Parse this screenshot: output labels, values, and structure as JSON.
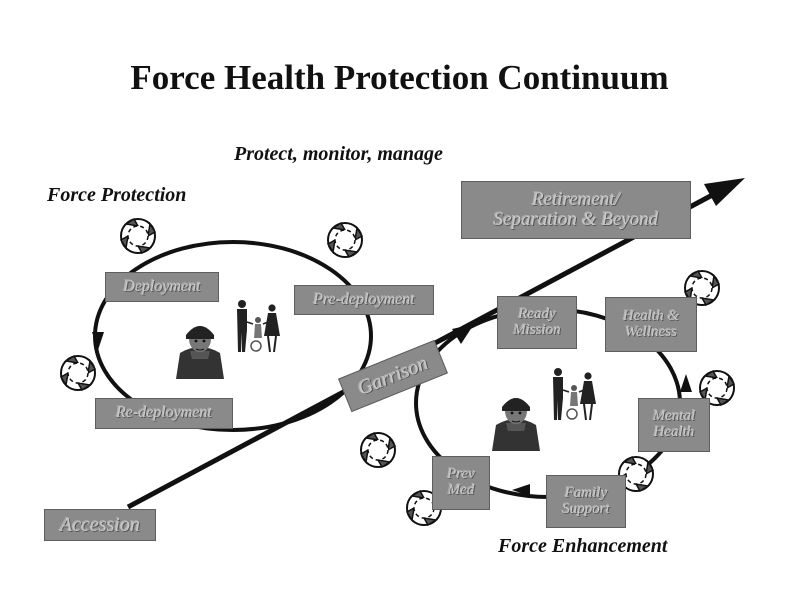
{
  "title": "Force Health Protection Continuum",
  "subtitle": "Protect, monitor, manage",
  "labels": {
    "force_protection": "Force Protection",
    "force_enhancement": "Force Enhancement"
  },
  "boxes": {
    "deployment": "Deployment",
    "pre_deployment": "Pre-deployment",
    "re_deployment": "Re-deployment",
    "garrison": "Garrison",
    "accession": "Accession",
    "retirement_line1": "Retirement/",
    "retirement_line2": "Separation & Beyond",
    "ready_line1": "Ready",
    "ready_line2": "Mission",
    "health_line1": "Health &",
    "health_line2": "Wellness",
    "mental_line1": "Mental",
    "mental_line2": "Health",
    "family_line1": "Family",
    "family_line2": "Support",
    "prev_line1": "Prev",
    "prev_line2": "Med"
  },
  "colors": {
    "box_fill": "#8a8a8a",
    "box_text": "#c8c8c8",
    "line": "#111111"
  },
  "icons": [
    "cycle-wheel-icon",
    "soldier-figure",
    "family-figure",
    "arrow-head-icon"
  ]
}
